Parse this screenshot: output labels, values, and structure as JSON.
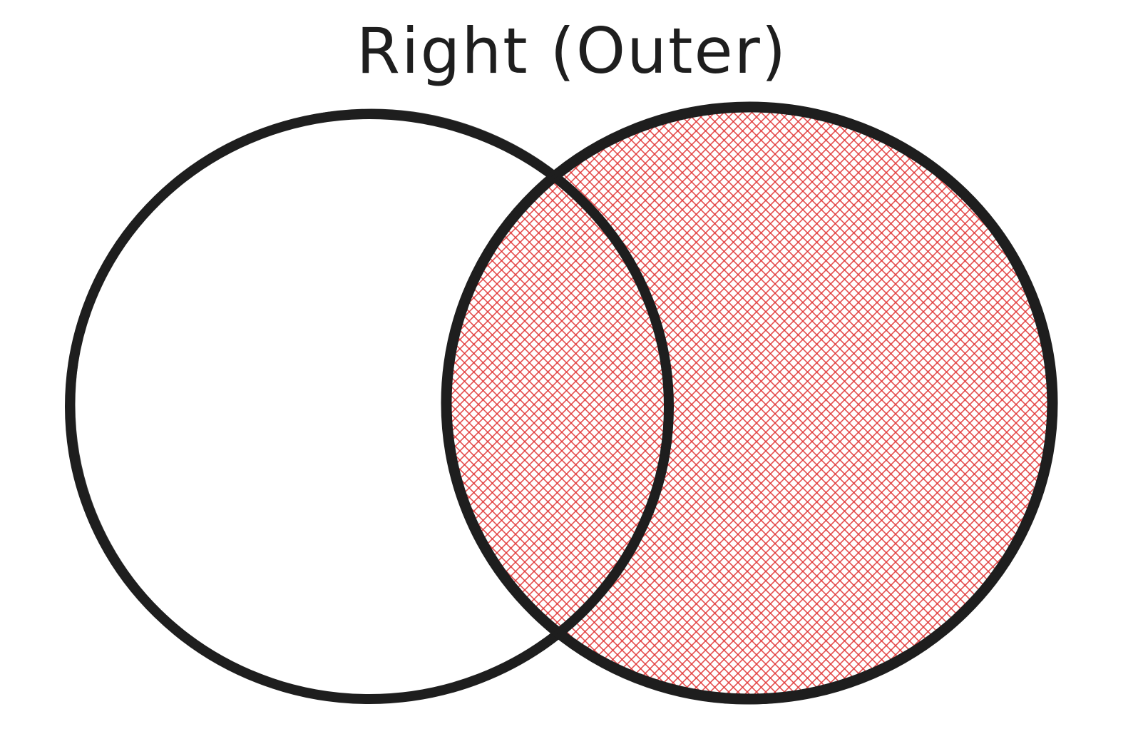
{
  "diagram": {
    "title": "Right (Outer)",
    "colors": {
      "outline": "#1e1e1e",
      "highlight": "#e03131",
      "background": "#ffffff"
    },
    "sets": [
      {
        "id": "left",
        "highlighted": false
      },
      {
        "id": "right",
        "highlighted": true
      }
    ],
    "highlight_style": "cross-hatch"
  }
}
